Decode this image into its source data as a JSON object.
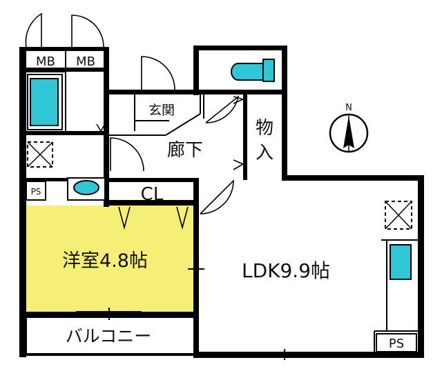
{
  "colors": {
    "wall": "#000000",
    "bedroom_fill": "#f5ef78",
    "fixture_fill": "#2fc6d6",
    "background": "#ffffff"
  },
  "rooms": {
    "bedroom": "洋室4.8帖",
    "ldk": "LDK9.9帖",
    "hallway": "廊下",
    "entrance": "玄関",
    "storage_1": "物",
    "storage_2": "入",
    "closet": "CL",
    "balcony": "バルコニー",
    "meter_box_1": "MB",
    "meter_box_2": "MB",
    "pipe_space_1": "PS",
    "pipe_space_2": "PS"
  },
  "compass": {
    "north": "N"
  },
  "icons": [
    "compass-icon",
    "bathtub-icon",
    "toilet-icon",
    "washbasin-icon",
    "kitchen-sink-icon",
    "ventilation-icon"
  ]
}
